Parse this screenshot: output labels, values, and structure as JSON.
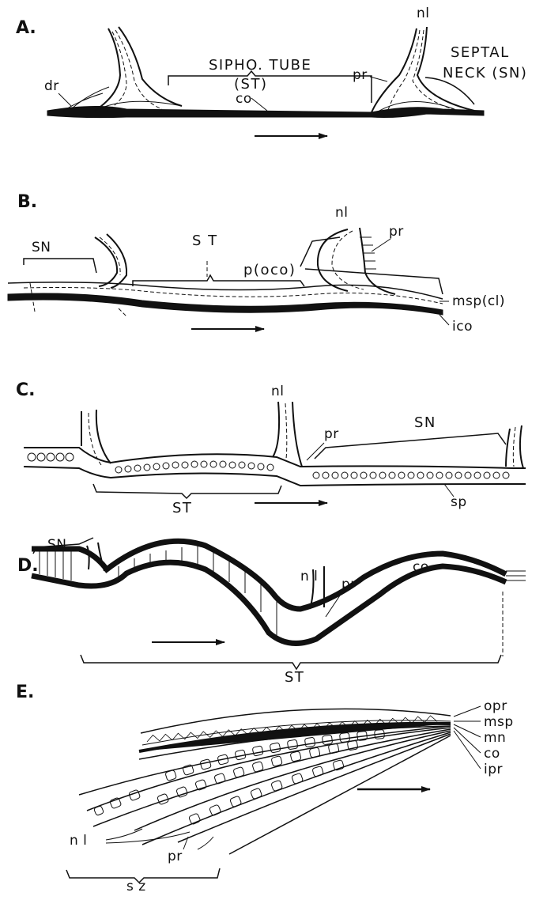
{
  "panels": {
    "a": {
      "letter": "A.",
      "labels": {
        "nl": "nl",
        "dr": "dr",
        "sipho_tube": "SIPHO. TUBE",
        "st_paren": "(ST)",
        "pr": "pr",
        "septal": "SEPTAL",
        "neck_sn": "NECK (SN)",
        "co": "co"
      }
    },
    "b": {
      "letter": "B.",
      "labels": {
        "sn": "SN",
        "st": "S T",
        "nl": "nl",
        "pr": "pr",
        "p_oco": "p(oco)",
        "msp_cl": "msp(cl)",
        "ico": "ico"
      }
    },
    "c": {
      "letter": "C.",
      "labels": {
        "nl": "nl",
        "pr": "pr",
        "sn": "SN",
        "st": "ST",
        "sp": "sp"
      }
    },
    "d": {
      "letter": "D.",
      "labels": {
        "sn": "SN",
        "nl": "n l",
        "pr": "pr",
        "co": "co",
        "st": "ST"
      }
    },
    "e": {
      "letter": "E.",
      "labels": {
        "opr": "opr",
        "msp": "msp",
        "mn": "mn",
        "co": "co",
        "ipr": "ipr",
        "nl": "n l",
        "pr": "pr",
        "sz": "s z"
      }
    }
  }
}
